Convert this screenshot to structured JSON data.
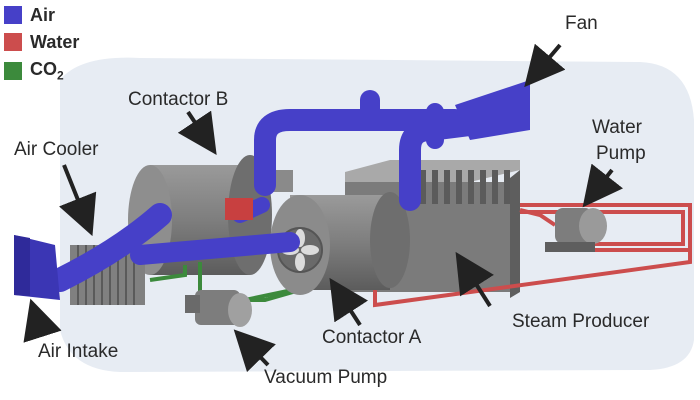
{
  "legend": [
    {
      "label": "Air",
      "sub": "",
      "color": "#4640c8"
    },
    {
      "label": "Water",
      "sub": "",
      "color": "#cc4d4d"
    },
    {
      "label": "CO",
      "sub": "2",
      "color": "#3c8a3c"
    }
  ],
  "labels": {
    "fan": "Fan",
    "contactor_b": "Contactor B",
    "air_cooler": "Air Cooler",
    "water_pump_line1": "Water",
    "water_pump_line2": "Pump",
    "steam_producer": "Steam Producer",
    "contactor_a": "Contactor A",
    "air_intake": "Air Intake",
    "vacuum_pump": "Vacuum Pump"
  },
  "colors": {
    "air": "#4640c8",
    "water": "#cc4d4d",
    "co2": "#3c8a3c",
    "equipment": "#7c7c7c",
    "background": "#e7ecf3"
  }
}
